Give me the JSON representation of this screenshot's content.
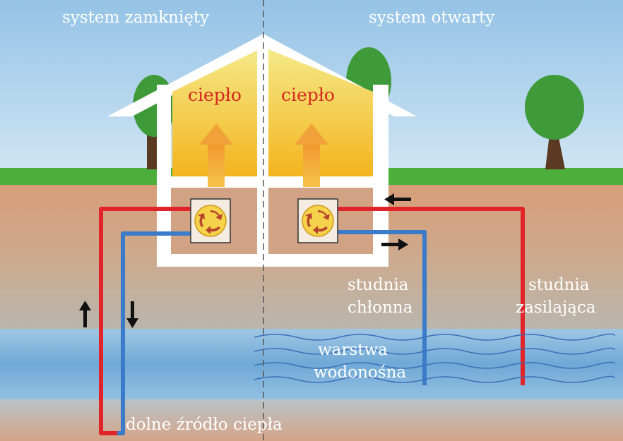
{
  "labels": {
    "closed_system": "system zamknięty",
    "open_system": "system otwarty",
    "heat_left": "ciepło",
    "heat_right": "ciepło",
    "absorbing_well_line1": "studnia",
    "absorbing_well_line2": "chłonna",
    "supply_well_line1": "studnia",
    "supply_well_line2": "zasilająca",
    "aquifer_line1": "warstwa",
    "aquifer_line2": "wodonośna",
    "lower_heat_source": "dolne źródło ciepła"
  },
  "colors": {
    "sky": "#a9cde9",
    "grass": "#4caf3c",
    "soil": "#d4a07f",
    "groundwater": "#7fb4dc",
    "hot_pipe": "#e0242a",
    "cold_pipe": "#3b7bc9",
    "house_interior": "#f6c324",
    "heat_label": "#d42a20",
    "flow_arrow": "#111111"
  },
  "icons": {
    "heat_arrow": "upward-arrow",
    "heat_pump": "circular-arrows-icon",
    "flow_direction": "black-arrow",
    "tree": "tree"
  }
}
